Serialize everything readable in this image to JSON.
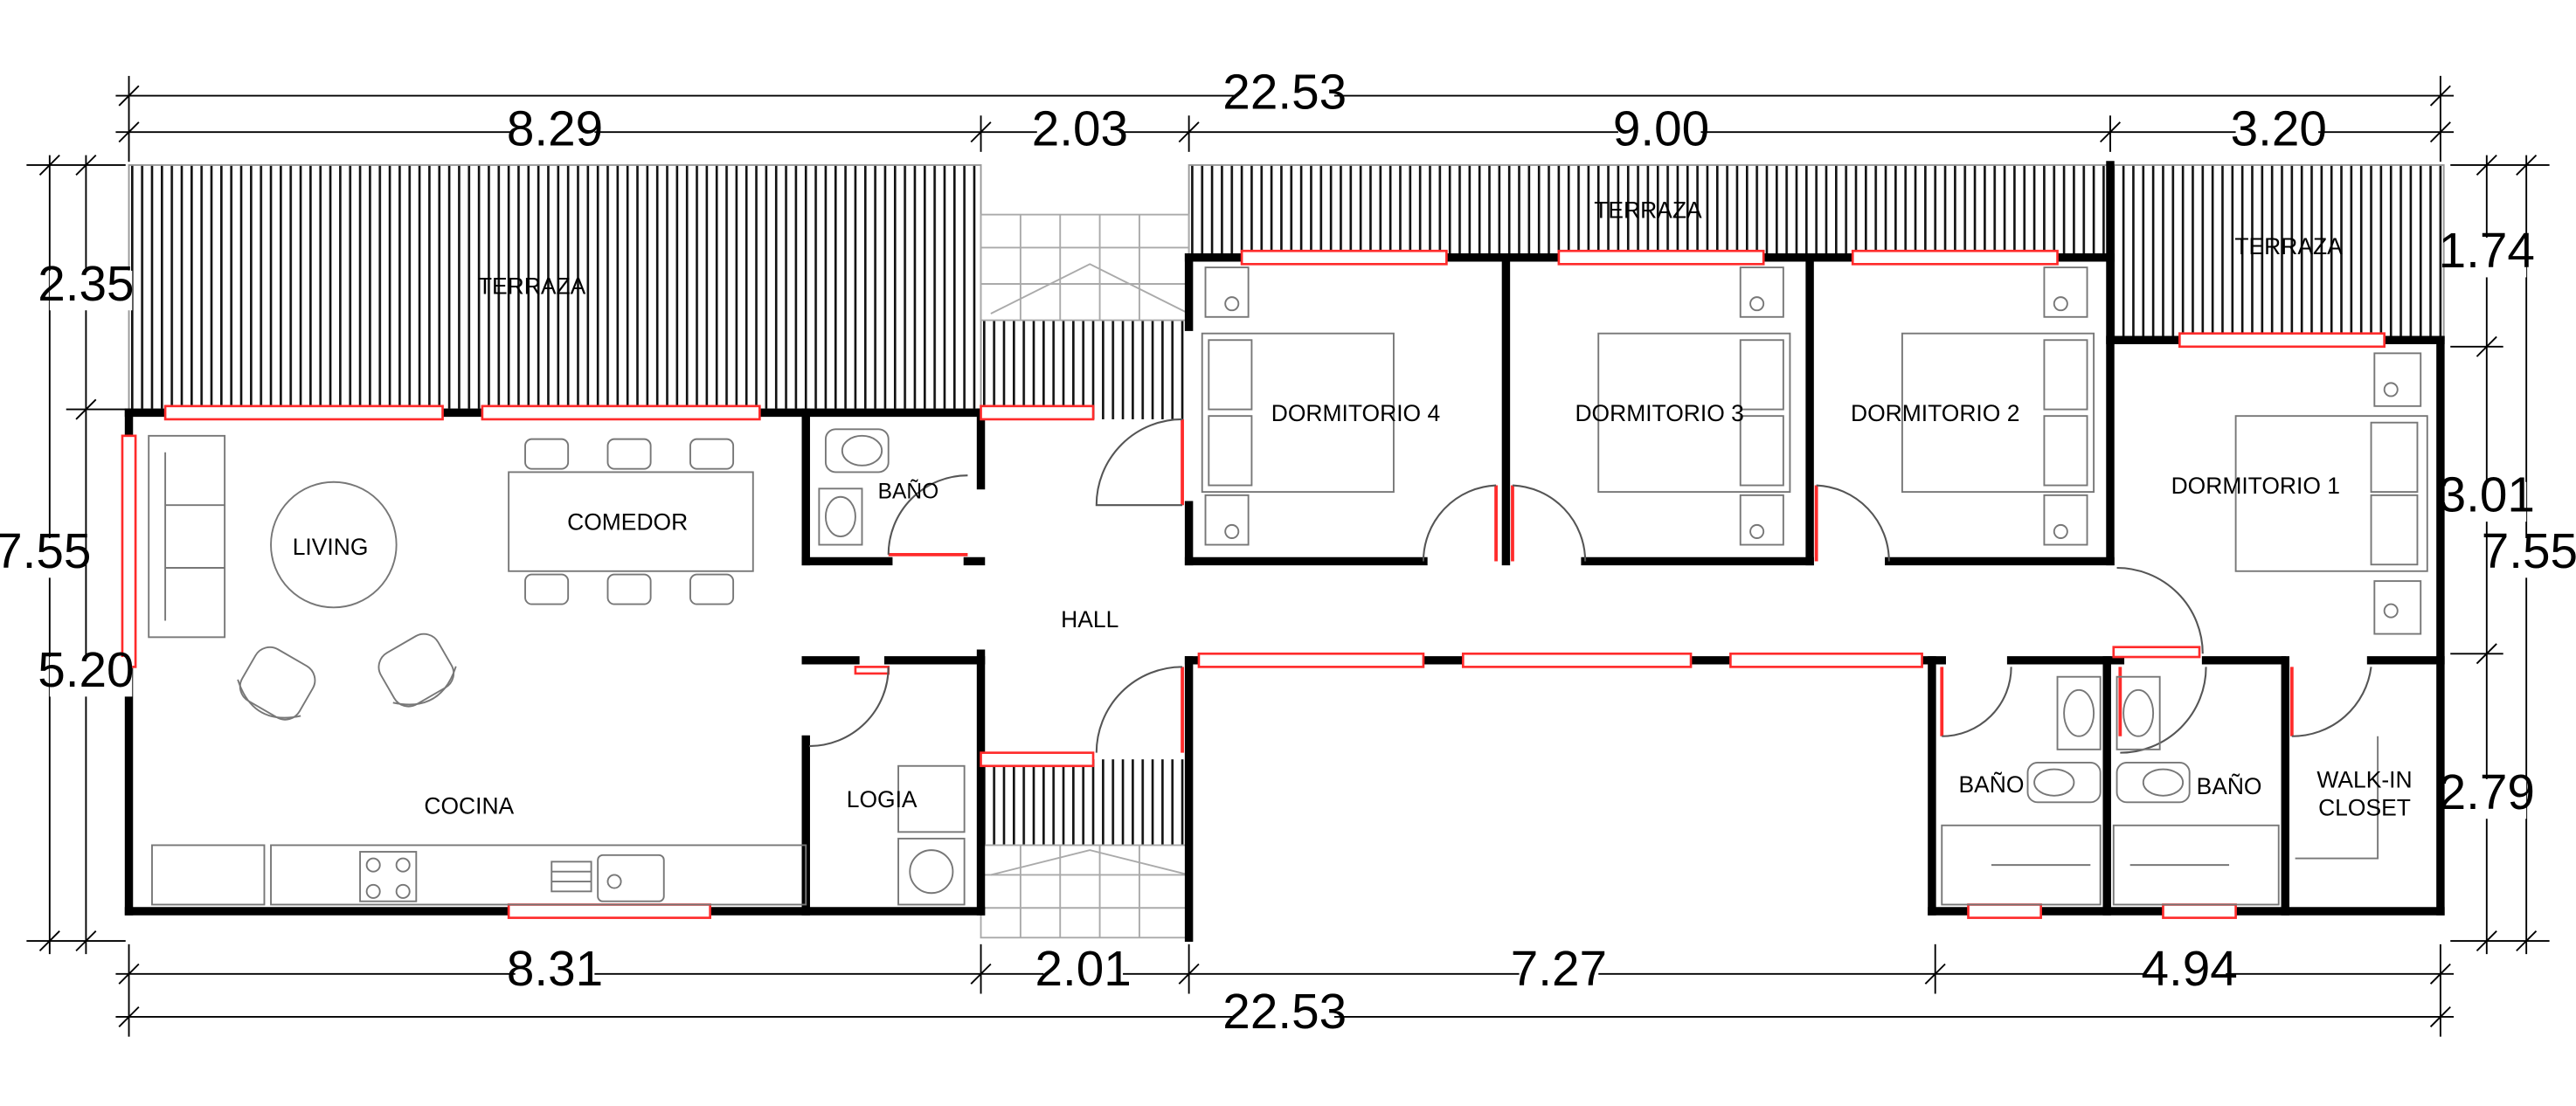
{
  "dimensions": {
    "overall_top": "22.53",
    "top_a": "8.29",
    "top_b": "2.03",
    "top_c": "9.00",
    "top_d": "3.20",
    "overall_bottom": "22.53",
    "bottom_a": "8.31",
    "bottom_b": "2.01",
    "bottom_c": "7.27",
    "bottom_d": "4.94",
    "left_total": "7.55",
    "left_top": "2.35",
    "left_bottom": "5.20",
    "right_total": "7.55",
    "right_top": "1.74",
    "right_mid": "3.01",
    "right_bottom": "2.79"
  },
  "rooms": {
    "terraza_1": "TERRAZA",
    "terraza_2": "TERRAZA",
    "terraza_3": "TERRAZA",
    "living": "LIVING",
    "comedor": "COMEDOR",
    "cocina": "COCINA",
    "bano_1": "BAÑO",
    "logia": "LOGIA",
    "hall": "HALL",
    "dormitorio_4": "DORMITORIO 4",
    "dormitorio_3": "DORMITORIO 3",
    "dormitorio_2": "DORMITORIO 2",
    "dormitorio_1": "DORMITORIO 1",
    "bano_2": "BAÑO",
    "bano_3": "BAÑO",
    "walkin_line1": "WALK-IN",
    "walkin_line2": "CLOSET"
  },
  "colors": {
    "wall": "#000000",
    "window": "#ff2b2b",
    "furniture": "#7a7a7a",
    "deck": "#000000"
  }
}
